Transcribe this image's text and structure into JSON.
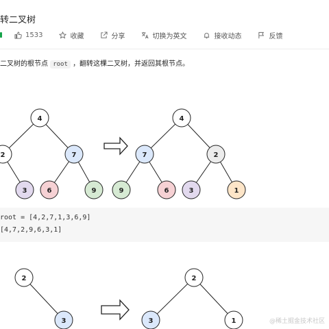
{
  "problem": {
    "title": "转二叉树"
  },
  "actions": {
    "likes": "1533",
    "collect": "收藏",
    "share": "分享",
    "switch_lang": "切换为英文",
    "subscribe": "接收动态",
    "feedback": "反馈"
  },
  "description": {
    "prefix": "二叉树的根节点",
    "code": "root",
    "suffix": "，翻转这棵二叉树，并返回其根节点。"
  },
  "colors": {
    "white": "#ffffff",
    "blue": "#dbe8fb",
    "gray": "#ececec",
    "purple": "#e2d9ee",
    "red": "#f6d1d4",
    "green": "#d6ead3",
    "orange": "#fde5c8"
  },
  "example1": {
    "input_tree": [
      {
        "id": "n4",
        "label": "4",
        "fill": "white"
      },
      {
        "id": "n2",
        "label": "2",
        "fill": "white"
      },
      {
        "id": "n7",
        "label": "7",
        "fill": "blue"
      },
      {
        "id": "n3",
        "label": "3",
        "fill": "purple"
      },
      {
        "id": "n6",
        "label": "6",
        "fill": "red"
      },
      {
        "id": "n9",
        "label": "9",
        "fill": "green"
      }
    ],
    "output_tree": [
      {
        "id": "m4",
        "label": "4",
        "fill": "white"
      },
      {
        "id": "m7",
        "label": "7",
        "fill": "blue"
      },
      {
        "id": "m2",
        "label": "2",
        "fill": "gray"
      },
      {
        "id": "m9",
        "label": "9",
        "fill": "green"
      },
      {
        "id": "m6",
        "label": "6",
        "fill": "red"
      },
      {
        "id": "m3",
        "label": "3",
        "fill": "purple"
      },
      {
        "id": "m1",
        "label": "1",
        "fill": "orange"
      }
    ],
    "input_line": "root = [4,2,7,1,3,6,9]",
    "output_line": "[4,7,2,9,6,3,1]"
  },
  "example2": {
    "input_tree": [
      {
        "id": "p2",
        "label": "2",
        "fill": "white"
      },
      {
        "id": "p3",
        "label": "3",
        "fill": "blue"
      }
    ],
    "output_tree": [
      {
        "id": "q2",
        "label": "2",
        "fill": "white"
      },
      {
        "id": "q3",
        "label": "3",
        "fill": "blue"
      },
      {
        "id": "q1",
        "label": "1",
        "fill": "white"
      }
    ]
  },
  "watermark": "@稀土掘金技术社区"
}
